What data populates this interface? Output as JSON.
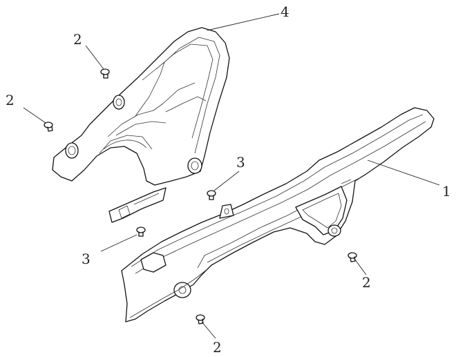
{
  "diagram": {
    "callouts": [
      {
        "id": "c1",
        "label": "1"
      },
      {
        "id": "c2a",
        "label": "2"
      },
      {
        "id": "c2b",
        "label": "2"
      },
      {
        "id": "c2c",
        "label": "2"
      },
      {
        "id": "c2d",
        "label": "2"
      },
      {
        "id": "c3a",
        "label": "3"
      },
      {
        "id": "c3b",
        "label": "3"
      },
      {
        "id": "c4",
        "label": "4"
      }
    ]
  }
}
